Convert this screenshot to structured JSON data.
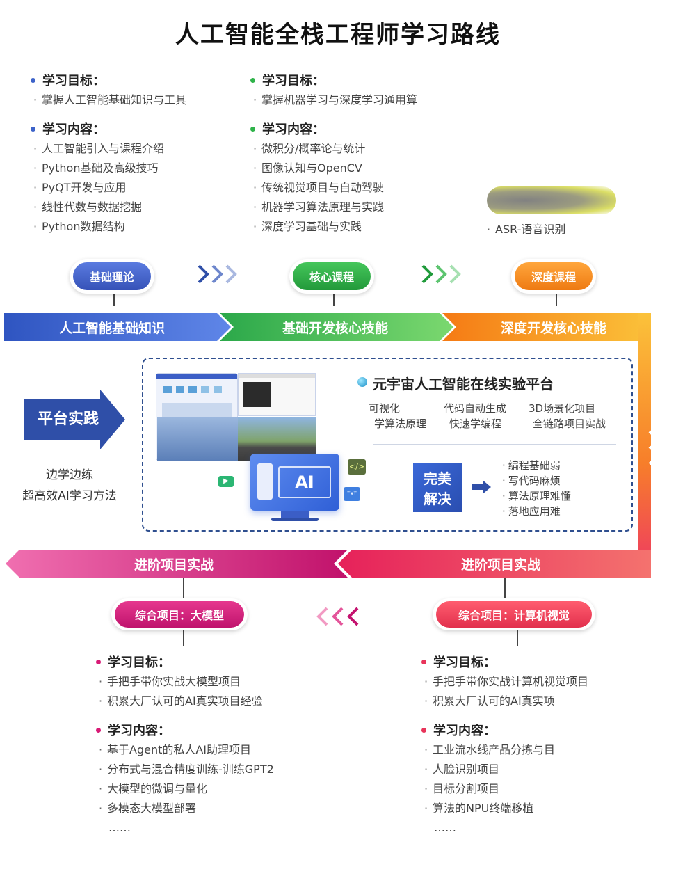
{
  "title": "人工智能全栈工程师学习路线",
  "stage1": {
    "goal_head": "学习目标：",
    "goals": [
      "掌握人工智能基础知识与工具"
    ],
    "content_head": "学习内容：",
    "contents": [
      "人工智能引入与课程介绍",
      "Python基础及高级技巧",
      "PyQT开发与应用",
      "线性代数与数据挖掘",
      "Python数据结构"
    ],
    "pill": "基础理论",
    "band": "人工智能基础知识",
    "color": "#3d63c9"
  },
  "stage2": {
    "goal_head": "学习目标：",
    "goals": [
      "掌握机器学习与深度学习通用算"
    ],
    "content_head": "学习内容：",
    "contents": [
      "微积分/概率论与统计",
      "图像认知与OpenCV",
      "传统视觉项目与自动驾驶",
      "机器学习算法原理与实践",
      "深度学习基础与实践"
    ],
    "pill": "核心课程",
    "band": "基础开发核心技能",
    "color": "#2fb34a"
  },
  "stage3": {
    "contents": [
      "ASR-语音识别"
    ],
    "pill": "深度课程",
    "band": "深度开发核心技能",
    "color": "#f2811d"
  },
  "platform": {
    "badge": "平台实践",
    "slogan_1": "边学边练",
    "slogan_2": "超高效AI学习方法",
    "name": "元宇宙人工智能在线实验平台",
    "features": [
      {
        "l1": "可视化",
        "l2": "学算法原理"
      },
      {
        "l1": "代码自动生成",
        "l2": "快速学编程"
      },
      {
        "l1": "3D场景化项目",
        "l2": "全链路项目实战"
      }
    ],
    "solve_1": "完美",
    "solve_2": "解决",
    "problems": [
      "编程基础弱",
      "写代码麻烦",
      "算法原理难懂",
      "落地应用难"
    ],
    "monitor_label": "AI",
    "file_label": "txt"
  },
  "advanced": {
    "band_left": "进阶项目实战",
    "band_right": "进阶项目实战"
  },
  "project_llm": {
    "pill": "综合项目：大模型",
    "goal_head": "学习目标：",
    "goals": [
      "手把手带你实战大模型项目",
      "积累大厂认可的AI真实项目经验"
    ],
    "content_head": "学习内容：",
    "contents": [
      "基于Agent的私人AI助理项目",
      "分布式与混合精度训练-训练GPT2",
      "大模型的微调与量化",
      "多模态大模型部署"
    ],
    "more": "……",
    "color": "#d81b76"
  },
  "project_cv": {
    "pill": "综合项目：计算机视觉",
    "goal_head": "学习目标：",
    "goals": [
      "手把手带你实战计算机视觉项目",
      "积累大厂认可的AI真实项"
    ],
    "content_head": "学习内容：",
    "contents": [
      "工业流水线产品分拣与目",
      "人脸识别项目",
      "目标分割项目",
      "算法的NPU终端移植"
    ],
    "more": "……",
    "color": "#e8345a"
  }
}
